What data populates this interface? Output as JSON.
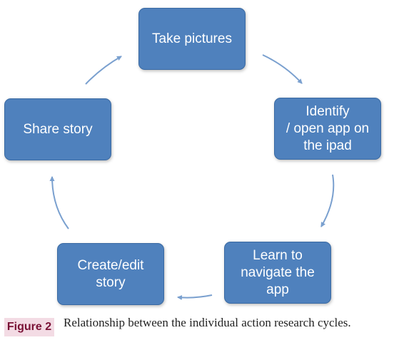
{
  "diagram": {
    "nodes": [
      {
        "id": "take-pictures",
        "label": "Take pictures"
      },
      {
        "id": "identify-open-app",
        "label": "Identify\n/ open app on\nthe ipad"
      },
      {
        "id": "learn-navigate",
        "label": "Learn to\nnavigate the\napp"
      },
      {
        "id": "create-edit-story",
        "label": "Create/edit\nstory"
      },
      {
        "id": "share-story",
        "label": "Share story"
      }
    ],
    "edges": [
      {
        "from": "take-pictures",
        "to": "identify-open-app"
      },
      {
        "from": "identify-open-app",
        "to": "learn-navigate"
      },
      {
        "from": "learn-navigate",
        "to": "create-edit-story"
      },
      {
        "from": "create-edit-story",
        "to": "share-story"
      },
      {
        "from": "share-story",
        "to": "take-pictures"
      }
    ],
    "colors": {
      "node_fill": "#4f81bd",
      "node_border": "#3a6aa3",
      "node_text": "#ffffff",
      "arrow": "#7aa0cf"
    }
  },
  "caption": {
    "label": "Figure 2",
    "text": "Relationship between the individual action research cycles.",
    "label_background": "#f3dbe4",
    "label_color": "#7a1236"
  }
}
